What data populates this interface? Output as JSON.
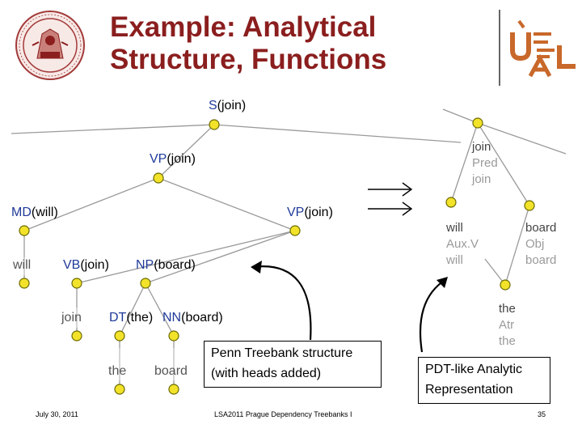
{
  "slide": {
    "title_lines": [
      "Example: Analytical",
      "Structure, Functions"
    ],
    "footer": {
      "date": "July 30, 2011",
      "center": "LSA2011 Prague Dependency Treebanks I",
      "page": "35"
    },
    "logo_text": "ÚFAL"
  },
  "phrase_tree": {
    "nodes": [
      {
        "id": "s",
        "cat": "S",
        "head": "(join)"
      },
      {
        "id": "vp1",
        "cat": "VP",
        "head": "(join)"
      },
      {
        "id": "md",
        "cat": "MD",
        "head": "(will)"
      },
      {
        "id": "vp2",
        "cat": "VP",
        "head": "(join)"
      },
      {
        "id": "w_will",
        "word": "will"
      },
      {
        "id": "vb",
        "cat": "VB",
        "head": "(join)"
      },
      {
        "id": "np",
        "cat": "NP",
        "head": "(board)"
      },
      {
        "id": "w_join",
        "word": "join"
      },
      {
        "id": "dt",
        "cat": "DT",
        "head": "(the)"
      },
      {
        "id": "nn",
        "cat": "NN",
        "head": "(board)"
      },
      {
        "id": "w_the",
        "word": "the"
      },
      {
        "id": "w_board",
        "word": "board"
      }
    ],
    "caption_lines": [
      "Penn Treebank structure",
      "(with heads added)"
    ]
  },
  "dependency_tree": {
    "nodes": [
      {
        "id": "d_join",
        "word": "join",
        "func": "Pred",
        "lemma": "join"
      },
      {
        "id": "d_will",
        "word": "will",
        "func": "Aux.V",
        "lemma": "will"
      },
      {
        "id": "d_board",
        "word": "board",
        "func": "Obj",
        "lemma": "board"
      },
      {
        "id": "d_the",
        "word": "the",
        "func": "Atr",
        "lemma": "the"
      }
    ],
    "caption_lines": [
      "PDT-like Analytic",
      "Representation"
    ]
  },
  "colors": {
    "title": "#8b1e1e",
    "category": "#1f3a9a",
    "node_fill": "#f2e22a",
    "node_stroke": "#7a7a00",
    "logo": "#c8682a"
  },
  "icons": {
    "left_logo": "university-seal-icon",
    "right_logo": "ufal-logo-icon",
    "transform": "right-arrows-icon"
  }
}
